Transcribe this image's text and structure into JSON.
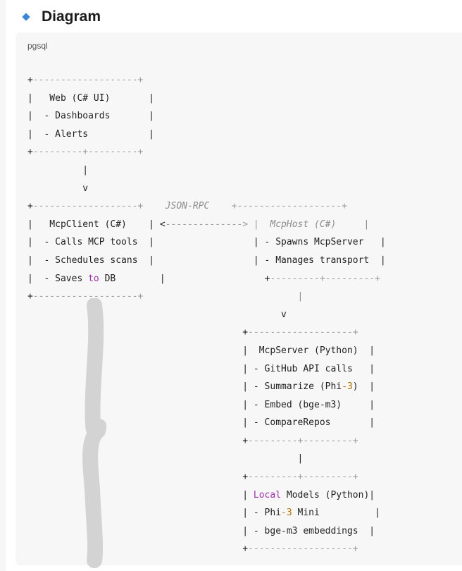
{
  "section": {
    "title": "Diagram"
  },
  "code_block": {
    "language": "pgsql",
    "lines": [
      [
        {
          "t": "+",
          "c": ""
        },
        {
          "t": "-------------------",
          "c": "dim"
        },
        {
          "t": "+",
          "c": "dim"
        }
      ],
      [
        {
          "t": "|   Web (C# UI)       |",
          "c": ""
        }
      ],
      [
        {
          "t": "|  - Dashboards       |",
          "c": ""
        }
      ],
      [
        {
          "t": "|  - Alerts           |",
          "c": ""
        }
      ],
      [
        {
          "t": "+",
          "c": ""
        },
        {
          "t": "---------+---------",
          "c": "dim"
        },
        {
          "t": "+",
          "c": "dim"
        }
      ],
      [
        {
          "t": "          |",
          "c": ""
        }
      ],
      [
        {
          "t": "          v",
          "c": ""
        }
      ],
      [
        {
          "t": "+",
          "c": ""
        },
        {
          "t": "-------------------+",
          "c": "dim"
        },
        {
          "t": "    JSON-RPC    ",
          "c": "ital"
        },
        {
          "t": "+-------------------+",
          "c": "dim"
        }
      ],
      [
        {
          "t": "|   McpClient (C#)    | <",
          "c": ""
        },
        {
          "t": "--------------> |",
          "c": "dim"
        },
        {
          "t": "  McpHost (C#)     ",
          "c": "ital"
        },
        {
          "t": "|",
          "c": "ital"
        }
      ],
      [
        {
          "t": "|  - Calls MCP tools  |                  | - Spawns McpServer   |",
          "c": ""
        }
      ],
      [
        {
          "t": "|  - Schedules scans  |                  | - Manages transport  |",
          "c": ""
        }
      ],
      [
        {
          "t": "|  - Saves ",
          "c": ""
        },
        {
          "t": "to",
          "c": "kw"
        },
        {
          "t": " DB        |                  ",
          "c": ""
        },
        {
          "t": "+",
          "c": ""
        },
        {
          "t": "---------+---------+",
          "c": "dim"
        }
      ],
      [
        {
          "t": "+",
          "c": ""
        },
        {
          "t": "-------------------+",
          "c": "dim"
        },
        {
          "t": "                            ",
          "c": ""
        },
        {
          "t": "|",
          "c": "ital"
        }
      ],
      [
        {
          "t": "                                              v",
          "c": ""
        }
      ],
      [
        {
          "t": "                                       +",
          "c": ""
        },
        {
          "t": "-------------------+",
          "c": "dim"
        }
      ],
      [
        {
          "t": "                                       |  McpServer (Python)  |",
          "c": ""
        }
      ],
      [
        {
          "t": "                                       | - GitHub API calls   |",
          "c": ""
        }
      ],
      [
        {
          "t": "                                       | - Summarize (Phi",
          "c": ""
        },
        {
          "t": "-3",
          "c": "num"
        },
        {
          "t": ")  |",
          "c": ""
        }
      ],
      [
        {
          "t": "                                       | - Embed (bge-m3)     |",
          "c": ""
        }
      ],
      [
        {
          "t": "                                       | - CompareRepos       |",
          "c": ""
        }
      ],
      [
        {
          "t": "                                       +",
          "c": ""
        },
        {
          "t": "---------+---------+",
          "c": "dim"
        }
      ],
      [
        {
          "t": "                                                 |",
          "c": ""
        }
      ],
      [
        {
          "t": "                                       +",
          "c": ""
        },
        {
          "t": "---------+---------+",
          "c": "dim"
        }
      ],
      [
        {
          "t": "                                       | ",
          "c": ""
        },
        {
          "t": "Local",
          "c": "kw"
        },
        {
          "t": " Models (Python)|",
          "c": ""
        }
      ],
      [
        {
          "t": "                                       | - Phi",
          "c": ""
        },
        {
          "t": "-3",
          "c": "num"
        },
        {
          "t": " Mini          |",
          "c": ""
        }
      ],
      [
        {
          "t": "                                       | - bge-m3 embeddings  |",
          "c": ""
        }
      ],
      [
        {
          "t": "                                       +",
          "c": ""
        },
        {
          "t": "-------------------+",
          "c": "dim"
        }
      ]
    ]
  },
  "colors": {
    "bullet": "#3a86d6",
    "keyword": "#a030a8",
    "number": "#b27300",
    "scroll_thumb": "#d3d3d3"
  }
}
